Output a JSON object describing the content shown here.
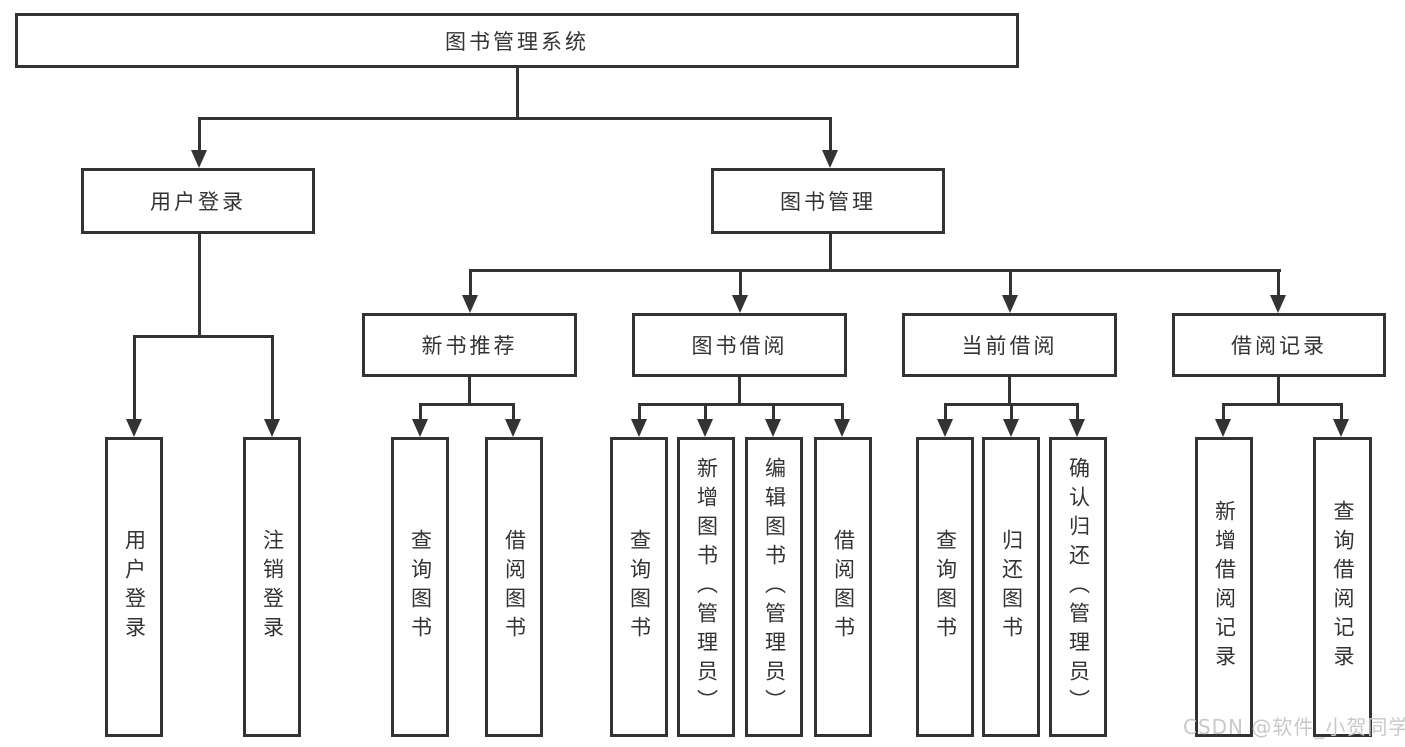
{
  "diagram": {
    "root": {
      "label": "图书管理系统"
    },
    "level2": [
      {
        "label": "用户登录"
      },
      {
        "label": "图书管理"
      }
    ],
    "level3": [
      {
        "label": "新书推荐"
      },
      {
        "label": "图书借阅"
      },
      {
        "label": "当前借阅"
      },
      {
        "label": "借阅记录"
      }
    ],
    "leaves": [
      {
        "label": "用户登录"
      },
      {
        "label": "注销登录"
      },
      {
        "label": "查询图书"
      },
      {
        "label": "借阅图书"
      },
      {
        "label": "查询图书"
      },
      {
        "label": "新增图书（管理员）"
      },
      {
        "label": "编辑图书（管理员）"
      },
      {
        "label": "借阅图书"
      },
      {
        "label": "查询图书"
      },
      {
        "label": "归还图书"
      },
      {
        "label": "确认归还（管理员）"
      },
      {
        "label": "新增借阅记录"
      },
      {
        "label": "查询借阅记录"
      }
    ]
  },
  "watermark": "CSDN @软件_小贺同学",
  "colors": {
    "line": "#333333",
    "box_border": "#333333",
    "background": "#ffffff",
    "watermark": "#c9c9c9"
  }
}
